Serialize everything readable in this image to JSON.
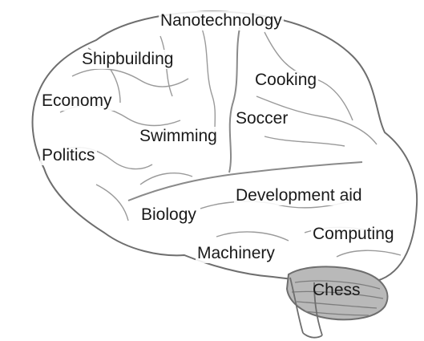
{
  "labels": {
    "nanotechnology": "Nanotechnology",
    "shipbuilding": "Shipbuilding",
    "cooking": "Cooking",
    "economy": "Economy",
    "soccer": "Soccer",
    "swimming": "Swimming",
    "politics": "Politics",
    "development_aid": "Development aid",
    "biology": "Biology",
    "computing": "Computing",
    "machinery": "Machinery",
    "chess": "Chess"
  },
  "colors": {
    "outline": "#6e6e6e",
    "fold_lines": "#9a9a9a",
    "cerebellum_fill": "#b9b9b9",
    "text": "#1a1a1a"
  }
}
